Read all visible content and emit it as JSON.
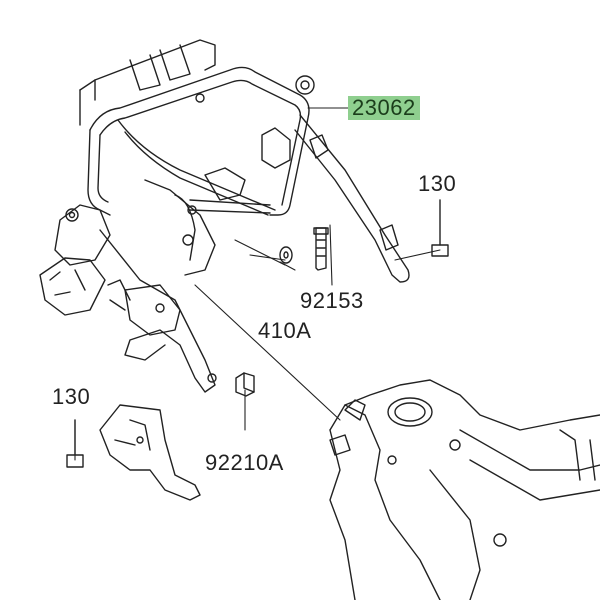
{
  "diagram": {
    "labels": {
      "main_part": "23062",
      "bolt_right": "130",
      "bolt_pin": "92153",
      "washer": "410A",
      "bolt_left": "130",
      "nut": "92210A"
    },
    "highlight_color": "#8fcf8f"
  }
}
